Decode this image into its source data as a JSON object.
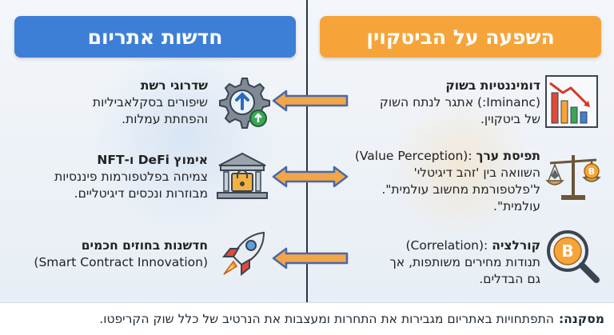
{
  "headers": {
    "left": "חדשות אתריום",
    "right": "השפעה על הביטקוין"
  },
  "left_column": [
    {
      "title": "שדרוגי רשת",
      "text": [
        "שיפורים בסקלאביליות",
        "והפחתת עמלות."
      ],
      "icon": "gear-arrow-icon"
    },
    {
      "title": "אימוץ DeFi ו-NFT",
      "text": [
        "צמיחה בפלטפורמות פיננסיות",
        "מבוזרות ונכסים דיגיטליים."
      ],
      "icon": "bank-lock-icon"
    },
    {
      "title": "חדשנות בחוזים חכמים",
      "text": [
        "(Smart Contract Innovation)"
      ],
      "icon": "rocket-icon"
    }
  ],
  "right_column": [
    {
      "title": "דומיננטיות בשוק",
      "title_suffix": "(Iminanc:)",
      "text": [
        "אתגר לנתח השוק",
        "של ביטקוין."
      ],
      "icon": "declining-chart-icon"
    },
    {
      "title": "תפיסת ערך",
      "title_suffix": "(Value Perception):",
      "text": [
        "השוואה בין 'זהב דיגיטלי'",
        "ל'פלטפורמת מחשוב עולמית\".",
        "עולמית\"."
      ],
      "icon": "balance-scale-icon"
    },
    {
      "title": "קורלציה",
      "title_suffix": "(Correlation):",
      "text": [
        "תנודות מחירים משותפות, אך",
        "גם הבדלים."
      ],
      "icon": "magnifier-bitcoin-icon"
    }
  ],
  "footer": {
    "label": "מסקנה:",
    "text": "התפתחויות באתריום מגבירות את התחרות ומעצבות את הנרטיב של כלל שוק הקריפטו."
  },
  "colors": {
    "left_header": "#3d7fd6",
    "right_header": "#f6a43a",
    "arrow_fill": "#f2a648",
    "arrow_outline": "#4a68a8"
  }
}
